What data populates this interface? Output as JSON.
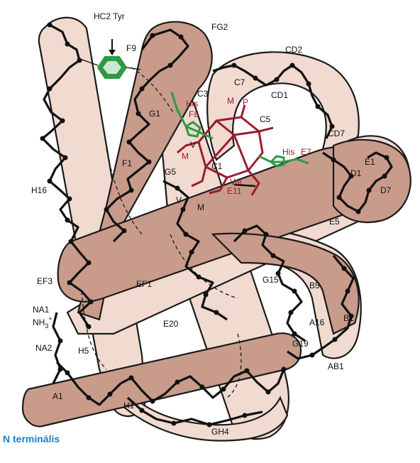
{
  "colors": {
    "helix_dark": "#c99b8b",
    "helix_light": "#f1dad0",
    "outline": "#1a1a1a",
    "heme": "#9b1c2e",
    "histidine": "#2e9a44",
    "tyrosine": "#2e9a44",
    "footer": "#1f7fc8"
  },
  "labels": {
    "hc2_tyr": "HC2 Tyr",
    "fg2": "FG2",
    "f9": "F9",
    "cd2": "CD2",
    "c7": "C7",
    "cd1": "CD1",
    "c3": "C3",
    "his_f8_his": "His",
    "his_f8_pos": "F8",
    "g1": "G1",
    "c5": "C5",
    "cd7": "CD7",
    "heme_m_top": "M",
    "heme_p": "P",
    "heme_m_left": "M",
    "heme_v_top": "V",
    "heme_v_bottom": "V",
    "heme_m_bottom": "M",
    "c1": "C1",
    "his_e7_his": "His",
    "his_e7_pos": "E7",
    "e1": "E1",
    "f1": "F1",
    "g5": "G5",
    "d1": "D1",
    "d7": "D7",
    "val": "Val",
    "e11": "E11",
    "h16": "H16",
    "e5": "E5",
    "ef3": "EF3",
    "ef1": "EF1",
    "g15": "G15",
    "b5": "B5",
    "na1": "NA1",
    "nh3": "NH",
    "nh3_sub": "3",
    "nh3_sup": "+",
    "e20": "E20",
    "a16": "A16",
    "b1": "B1",
    "na2": "NA2",
    "g19": "G19",
    "h5": "H5",
    "ab1": "AB1",
    "a1": "A1",
    "h1": "H1",
    "gh4": "GH4",
    "footer": "N terminális"
  }
}
